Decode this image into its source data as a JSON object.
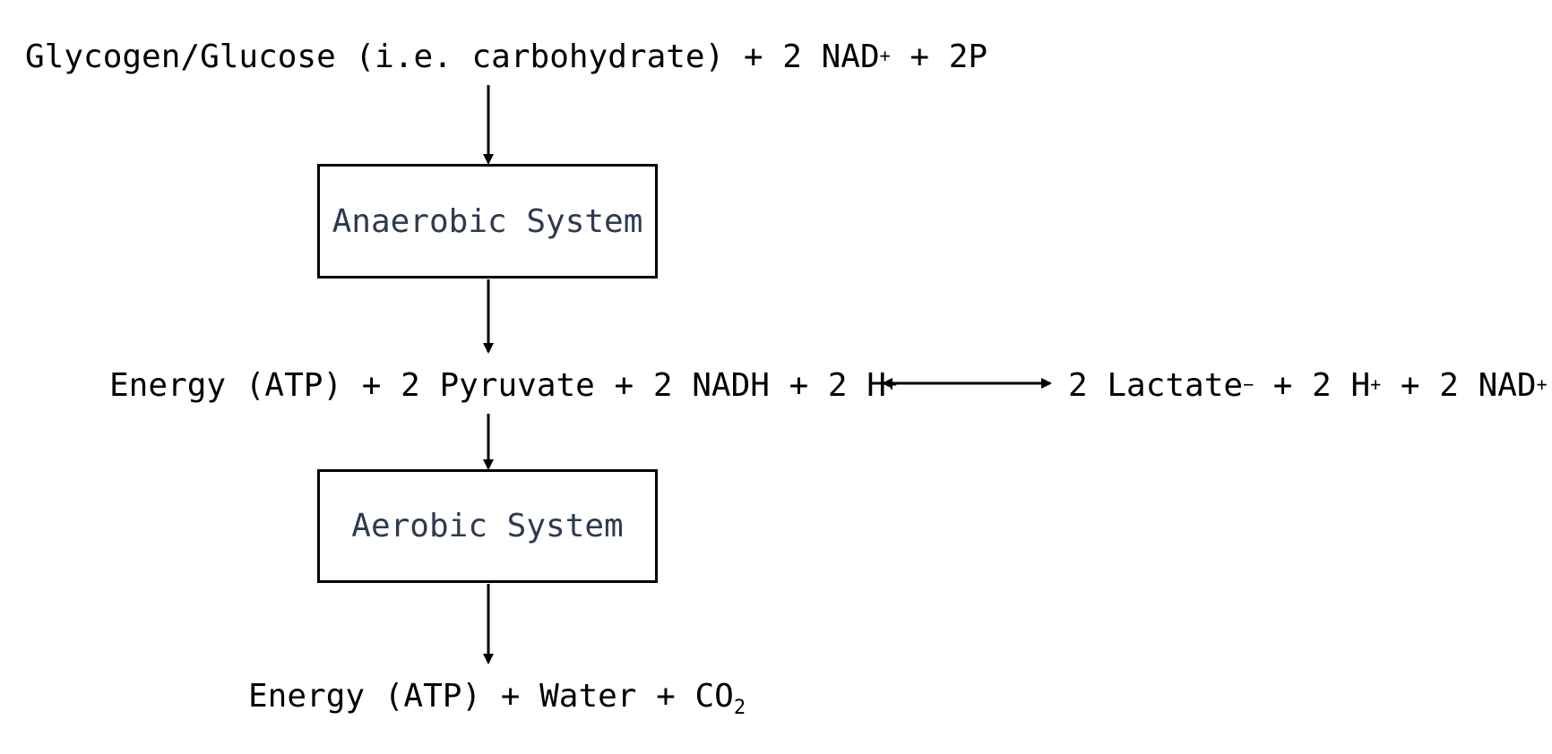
{
  "colors": {
    "text": "#000000",
    "box_label": "#2e3a4f",
    "box_border": "#000000",
    "arrow": "#000000"
  },
  "equations": {
    "input": {
      "main": "Glycogen/Glucose (i.e. carbohydrate) + 2 NAD",
      "sup": "+",
      "tail": " + 2P"
    },
    "pyruvate": {
      "part1": "Energy (ATP) + 2 Pyruvate + 2 NADH + 2 H",
      "sup1": "+"
    },
    "lactate": {
      "part1": "2 Lactate",
      "sup1": "−",
      "part2": " + 2 H",
      "sup2": "+",
      "part3": " + 2 NAD",
      "sup3": "+"
    },
    "output": {
      "main": "Energy (ATP) + Water + CO",
      "sub": "2"
    }
  },
  "boxes": {
    "anaerobic": "Anaerobic System",
    "aerobic": "Aerobic System"
  }
}
